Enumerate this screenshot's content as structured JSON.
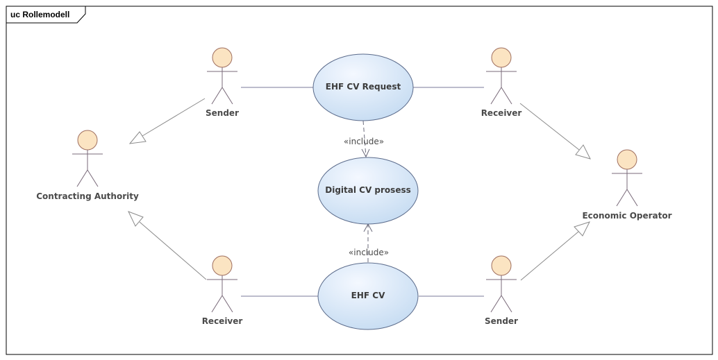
{
  "frame": {
    "title": "uc Rollemodell"
  },
  "use_cases": {
    "request": "EHF CV Request",
    "process": "Digital CV prosess",
    "cv": "EHF CV"
  },
  "actors": {
    "sender_top": "Sender",
    "receiver_top": "Receiver",
    "contracting_authority": "Contracting Authority",
    "economic_operator": "Economic Operator",
    "receiver_bottom": "Receiver",
    "sender_bottom": "Sender"
  },
  "relations": {
    "include_top": "«include»",
    "include_bottom": "«include»"
  },
  "colors": {
    "actor_head": "#fbe4c2",
    "use_case_fill_light": "#f4f8ff",
    "use_case_fill_dark": "#c6dcf2"
  }
}
